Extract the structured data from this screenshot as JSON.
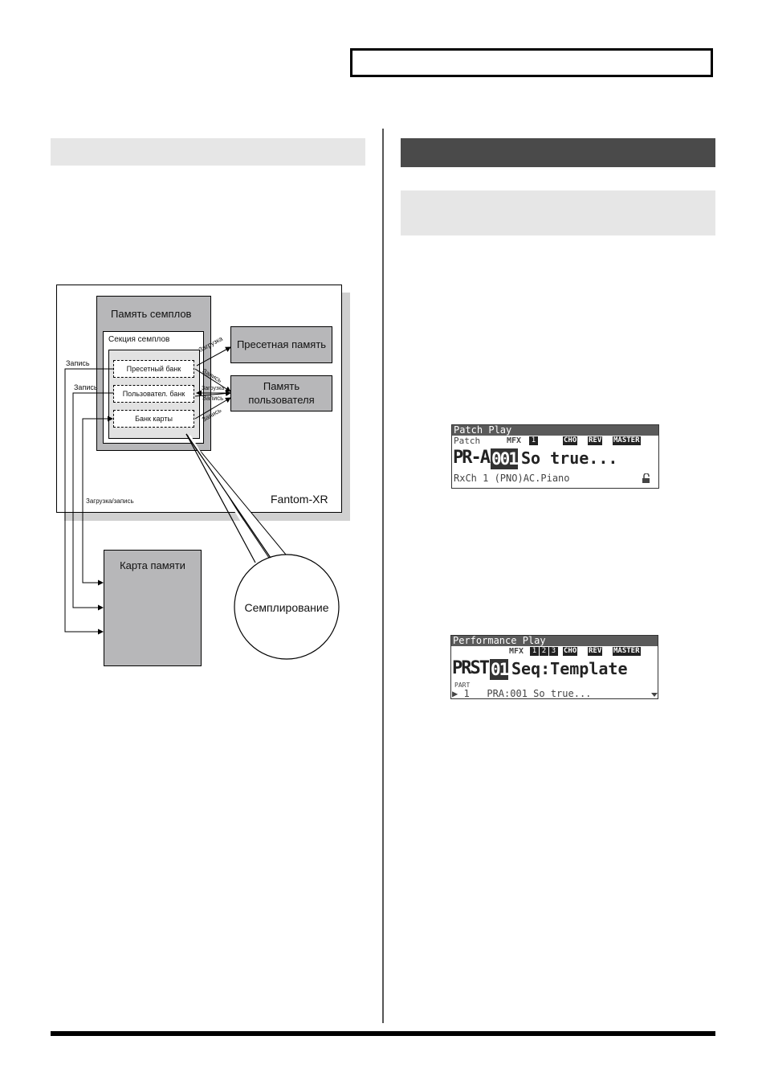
{
  "diagram": {
    "sample_memory": "Память семплов",
    "sample_section": "Секция семплов",
    "preset_bank": "Пресетный банк",
    "user_bank": "Пользовател. банк",
    "card_bank": "Банк карты",
    "preset_memory": "Пресетная память",
    "user_memory_line1": "Память",
    "user_memory_line2": "пользователя",
    "write_label_1": "Запись",
    "write_label_2": "Запись",
    "load_write_label": "Загрузка/запись",
    "arrow_load_1": "Загрузка",
    "arrow_write_1": "Запись",
    "arrow_load_2": "Загрузка",
    "arrow_write_2": "Запись",
    "arrow_write_3": "Запись",
    "device_name": "Fantom-XR",
    "memory_card": "Карта памяти",
    "sampling": "Семплирование"
  },
  "lcd_patch": {
    "header": "Patch Play",
    "row2_left": "Patch",
    "row2_mfx": "MFX",
    "row2_mfx_num": "1",
    "row2_cho": "CHO",
    "row2_rev": "REV",
    "row2_master": "MASTER",
    "bank": "PR-A",
    "number": "001",
    "name": "So true...",
    "bottom": "RxCh 1 (PNO)AC.Piano",
    "lock_icon": "lock-open"
  },
  "lcd_perf": {
    "header": "Performance Play",
    "row2_mfx": "MFX",
    "row2_n1": "1",
    "row2_n2": "2",
    "row2_n3": "3",
    "row2_cho": "CHO",
    "row2_rev": "REV",
    "row2_master": "MASTER",
    "bank": "PRST",
    "number": "01",
    "name": "Seq:Template",
    "part_label": "PART",
    "part_row": "▶ 1   PRA:001 So true...",
    "scroll_icon": "triangle-down"
  },
  "colors": {
    "panel_gray": "#b7b7b9",
    "bar_light": "#e6e6e6",
    "bar_dark": "#4a4a4a",
    "shadow": "#d0d0d0"
  }
}
